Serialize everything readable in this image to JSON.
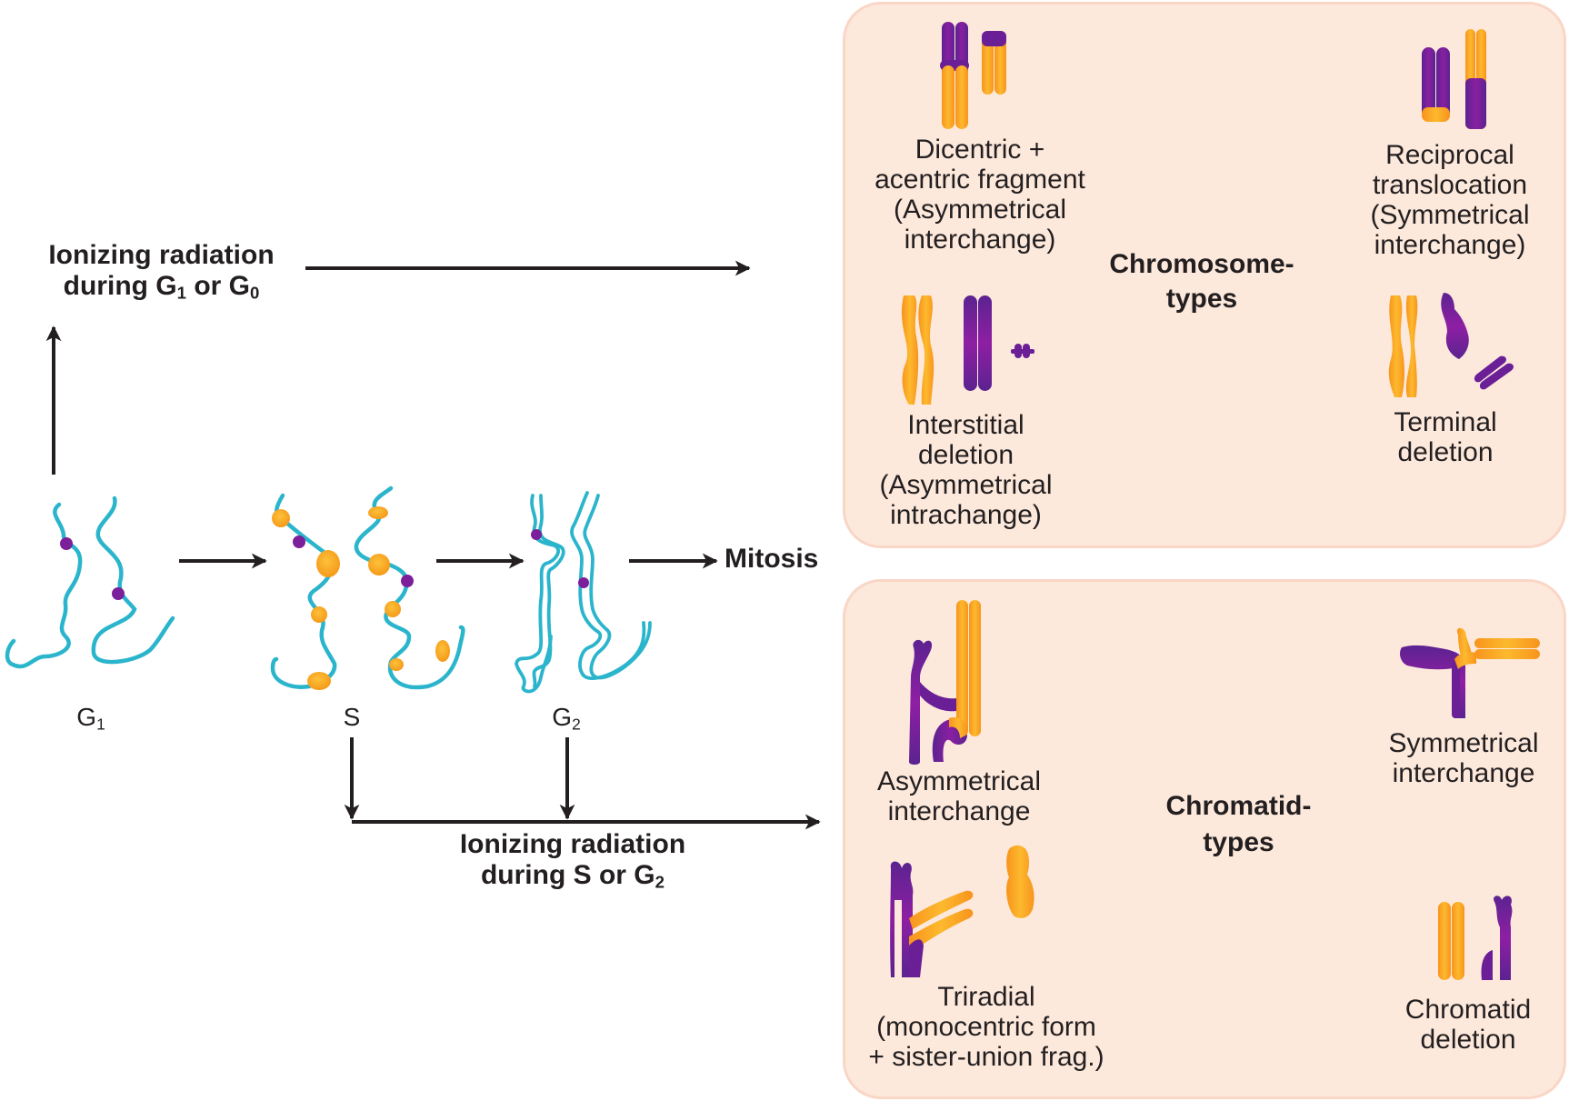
{
  "colors": {
    "dna": "#2bb5cc",
    "centromere": "#7b1f9a",
    "replication_fork": "#f7a21b",
    "chrom_orange": "#f9a11b",
    "chrom_purple": "#6a1f96",
    "panel_fill": "#fde9dc",
    "panel_border": "#f9d6c6",
    "ink": "#231f20"
  },
  "left": {
    "g1_g0_label": {
      "line1": "Ionizing radiation",
      "line2_prefix": "during G",
      "sub1": "1",
      "mid": " or G",
      "sub2": "0"
    },
    "s_g2_label": {
      "line1": "Ionizing radiation",
      "line2_prefix": "during S or G",
      "sub": "2"
    },
    "phases": [
      {
        "name": "G",
        "sub": "1"
      },
      {
        "name": "S",
        "sub": ""
      },
      {
        "name": "G",
        "sub": "2"
      }
    ],
    "mitosis": "Mitosis"
  },
  "chromosome_panel": {
    "title_line1": "Chromosome-",
    "title_line2": "types",
    "items": [
      {
        "lines": [
          "Dicentric +",
          "acentric fragment",
          "(Asymmetrical",
          "interchange)"
        ]
      },
      {
        "lines": [
          "Reciprocal",
          "translocation",
          "(Symmetrical",
          "interchange)"
        ]
      },
      {
        "lines": [
          "Interstitial",
          "deletion",
          "(Asymmetrical",
          "intrachange)"
        ]
      },
      {
        "lines": [
          "Terminal",
          "deletion"
        ]
      }
    ]
  },
  "chromatid_panel": {
    "title_line1": "Chromatid-",
    "title_line2": "types",
    "items": [
      {
        "lines": [
          "Asymmetrical",
          "interchange"
        ]
      },
      {
        "lines": [
          "Symmetrical",
          "interchange"
        ]
      },
      {
        "lines": [
          "Triradial",
          "(monocentric form",
          "+ sister-union frag.)"
        ]
      },
      {
        "lines": [
          "Chromatid",
          "deletion"
        ]
      }
    ]
  }
}
